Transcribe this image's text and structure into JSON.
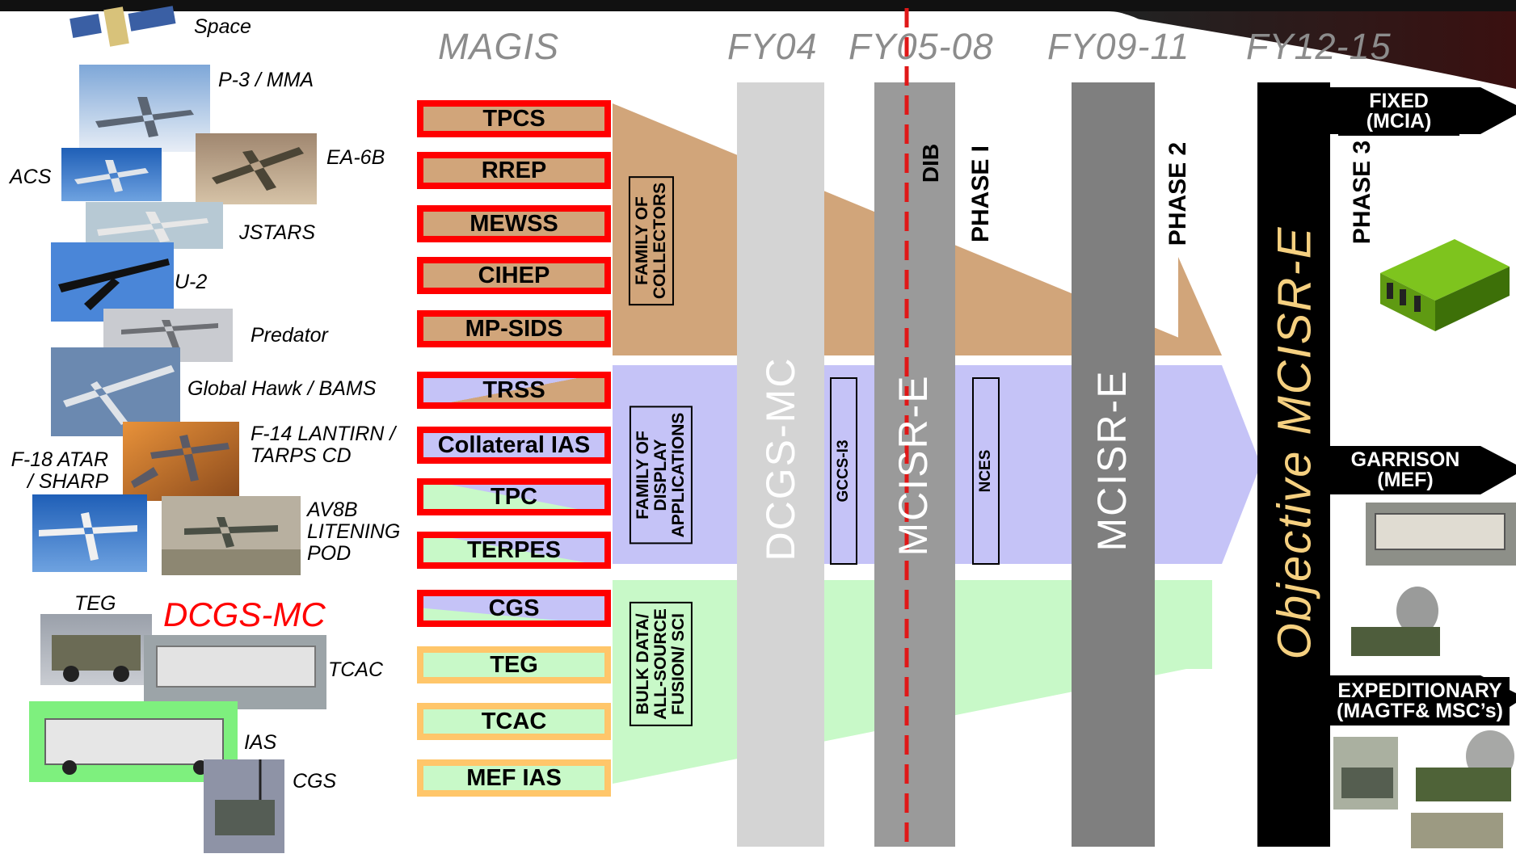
{
  "header": {
    "magis": "MAGIS",
    "years": [
      "FY04",
      "FY05-08",
      "FY09-11",
      "FY12-15"
    ]
  },
  "sources": {
    "space": "Space",
    "p3": "P-3 / MMA",
    "ea6b": "EA-6B",
    "acs": "ACS",
    "jstars": "JSTARS",
    "u2": "U-2",
    "predator": "Predator",
    "global_hawk": "Global Hawk / BAMS",
    "f14_line1": "F-14 LANTIRN /",
    "f14_line2": "TARPS CD",
    "f18_line1": "F-18 ATAR",
    "f18_line2": "/ SHARP",
    "av8b_line1": "AV8B",
    "av8b_line2": "LITENING",
    "av8b_line3": "POD",
    "teg": "TEG",
    "dcgs_mc": "DCGS-MC",
    "tcac": "TCAC",
    "ias": "IAS",
    "cgs": "CGS"
  },
  "systems": {
    "collectors": [
      "TPCS",
      "RREP",
      "MEWSS",
      "CIHEP",
      "MP-SIDS"
    ],
    "display": [
      "TRSS",
      "Collateral IAS",
      "TPC",
      "TERPES"
    ],
    "fusion": [
      "CGS",
      "TEG",
      "TCAC",
      "MEF IAS"
    ]
  },
  "families": {
    "collectors": [
      "FAMILY OF",
      "COLLECTORS"
    ],
    "display": [
      "FAMILY OF",
      "DISPLAY",
      "APPLICATIONS"
    ],
    "fusion": [
      "BULK DATA/",
      "ALL-SOURCE",
      "FUSION/ SCI"
    ]
  },
  "bars": {
    "dcgs_mc": "DCGS-MC",
    "gccs": "GCCS-I3",
    "mcisr_e_1": "MCISR-E",
    "dib": "DIB",
    "phase1": "PHASE I",
    "nces": "NCES",
    "mcisr_e_2": "MCISR-E",
    "phase2": "PHASE 2",
    "objective": "Objective MCISR-E",
    "phase3": "PHASE 3"
  },
  "targets": {
    "fixed_line1": "FIXED",
    "fixed_line2": "(MCIA)",
    "garrison_line1": "GARRISON",
    "garrison_line2": "(MEF)",
    "exp_line1": "EXPEDITIONARY",
    "exp_line2": "(MAGTF& MSC’s)"
  },
  "colors": {
    "collectors_band": "#d1a57a",
    "display_band": "#c5c3f7",
    "fusion_band": "#c8f9c8",
    "red_border": "#ff0000",
    "yellow_border": "#ffc66a",
    "dcgs_label": "#ff0000",
    "objective_label": "#f5d080",
    "dcgs_bar": "#d3d3d3",
    "mcisr_bar": "#9a9a9a",
    "phase2_bar": "#808080"
  }
}
